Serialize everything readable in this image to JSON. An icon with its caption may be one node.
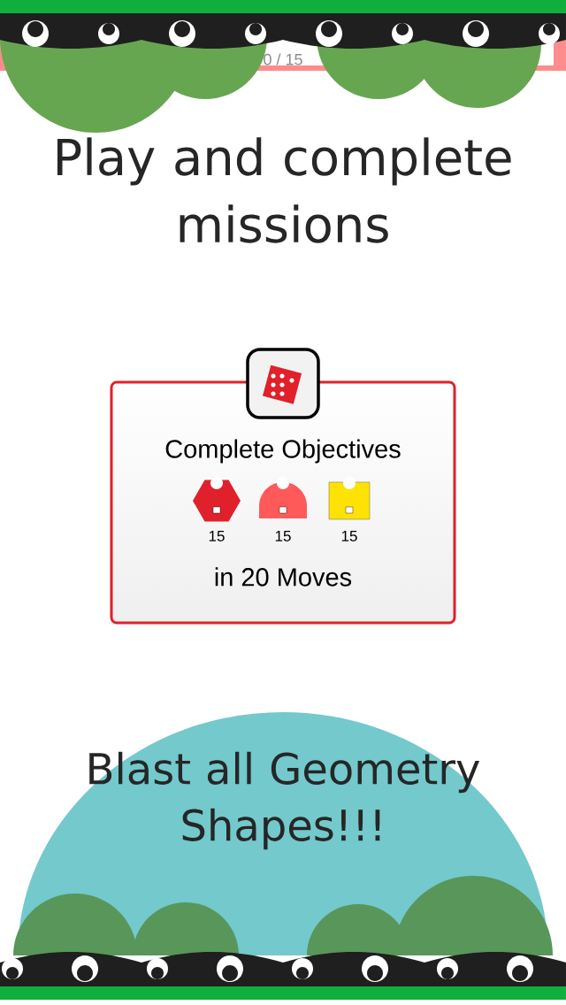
{
  "diagram": {
    "title": "Play and complete missions",
    "nodes": [
      {
        "text": [
          "Complete Objectives",
          "in 20 Moves"
        ]
      },
      {
        "text": [],
        "shape": "picture"
      },
      {
        "text": [],
        "shape": "picture",
        "in": 0,
        "beside": [
          "15"
        ]
      },
      {
        "text": [],
        "shape": "picture",
        "in": 0,
        "beside": [
          "15"
        ]
      },
      {
        "text": [],
        "shape": "picture",
        "in": 0,
        "beside": [
          "15"
        ]
      },
      {
        "text": [
          "Blast all Geometry Shapes!!!"
        ]
      }
    ],
    "edges": [],
    "labels": [
      "0 / 15"
    ]
  }
}
